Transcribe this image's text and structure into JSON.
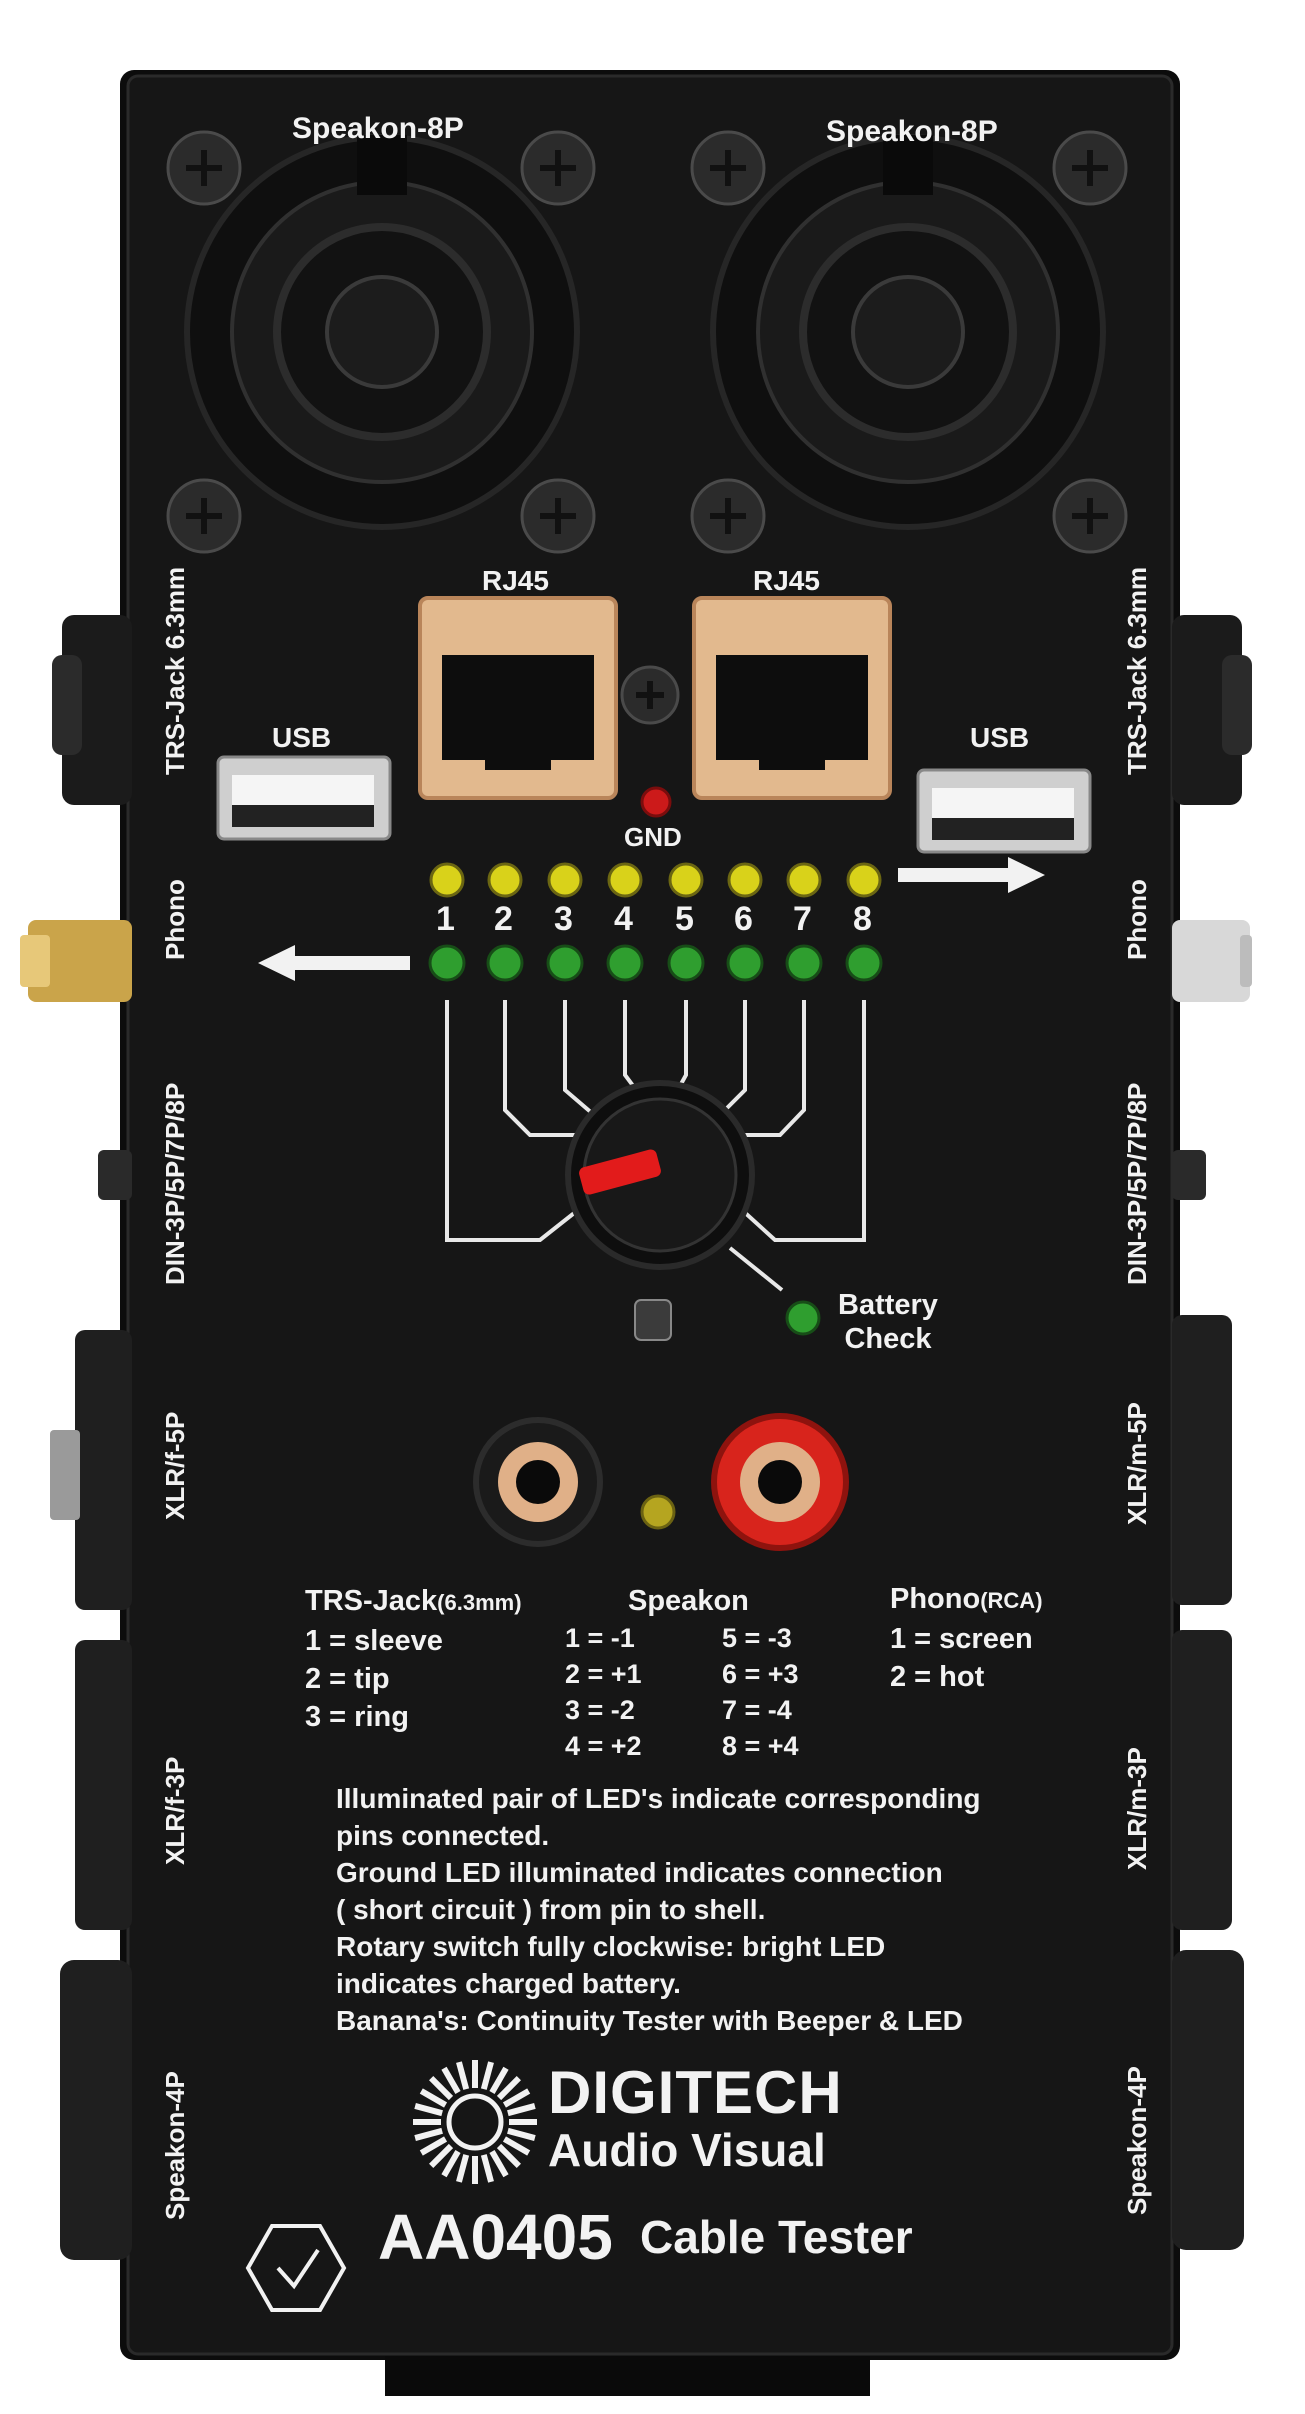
{
  "panel": {
    "speakon_labels": [
      "Speakon-8P",
      "Speakon-8P"
    ],
    "rj45_labels": [
      "RJ45",
      "RJ45"
    ],
    "usb_labels": [
      "USB",
      "USB"
    ],
    "gnd_label": "GND",
    "pin_numbers": [
      "1",
      "2",
      "3",
      "4",
      "5",
      "6",
      "7",
      "8"
    ],
    "battery_label": [
      "Battery",
      "Check"
    ]
  },
  "side_left": [
    "TRS-Jack 6.3mm",
    "Phono",
    "DIN-3P/5P/7P/8P",
    "XLR/f-5P",
    "XLR/f-3P",
    "Speakon-4P"
  ],
  "side_right": [
    "TRS-Jack 6.3mm",
    "Phono",
    "DIN-3P/5P/7P/8P",
    "XLR/m-5P",
    "XLR/m-3P",
    "Speakon-4P"
  ],
  "legend": {
    "trs_title": "TRS-Jack",
    "trs_title_small": "(6.3mm)",
    "trs": [
      "1 = sleeve",
      "2 = tip",
      "3 = ring"
    ],
    "speakon_title": "Speakon",
    "speakon_left": [
      "1 = -1",
      "2 = +1",
      "3 = -2",
      "4 = +2"
    ],
    "speakon_right": [
      "5 = -3",
      "6 = +3",
      "7 = -4",
      "8 = +4"
    ],
    "phono_title": "Phono",
    "phono_title_small": "(RCA)",
    "phono": [
      "1 = screen",
      "2 = hot"
    ]
  },
  "notes": [
    "Illuminated pair of LED's indicate corresponding",
    "pins connected.",
    "Ground LED illuminated indicates connection",
    "( short circuit ) from pin to shell.",
    "Rotary switch fully clockwise: bright LED",
    "indicates charged battery.",
    "Banana's: Continuity Tester with Beeper & LED"
  ],
  "brand": {
    "name": "DIGITECH",
    "sub": "Audio Visual",
    "model": "AA0405",
    "product": "Cable Tester"
  },
  "colors": {
    "body": "#151515",
    "led_yellow": "#d9d21a",
    "led_green": "#2f9e2f",
    "led_red": "#cc1a1a",
    "binding_red": "#d8241c",
    "rj45_gold": "#d4a574"
  }
}
